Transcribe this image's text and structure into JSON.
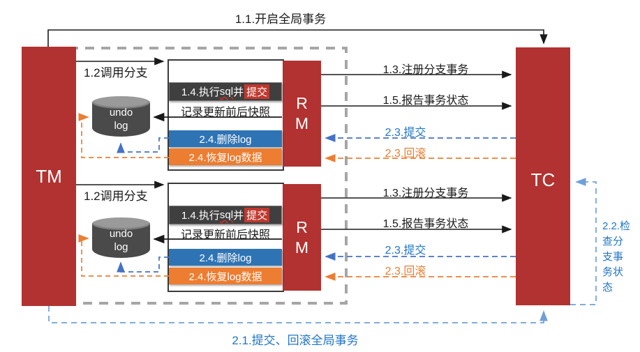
{
  "title": "分布式事务 TM-TC-RM 交互图",
  "colors": {
    "red": "#B13230",
    "dark-bar": "#3F3F3F",
    "blue-bar": "#2E74B5",
    "orange": "#ED7D31",
    "blue-line": "#4472C4",
    "light-blue": "#6FA0D8",
    "blue-text": "#2176C7",
    "gray-dash": "#A6A6A6",
    "hl-red": "#C0382E"
  },
  "nodes": {
    "tm": "TM",
    "tc": "TC",
    "rm_line1": "R",
    "rm_line2": "M",
    "undo_line1": "undo",
    "undo_line2": "log"
  },
  "branch": {
    "exec_prefix": "1.4.执行",
    "exec_sql": "sql",
    "exec_joiner": "并",
    "exec_highlight": "提交",
    "snapshot": "记录更新前后快照",
    "delete_log": "2.4.删除log",
    "restore_log": "2.4.恢复log数据"
  },
  "labels": {
    "l11": "1.1.开启全局事务",
    "l12": "1.2调用分支",
    "l13": "1.3.注册分支事务",
    "l15": "1.5.报告事务状态",
    "l23_commit": "2.3.提交",
    "l23_rollback": "2.3.回滚",
    "l21": "2.1.提交、回滚全局事务",
    "l22_lines": [
      "2.2.检",
      "查分",
      "支事",
      "务状",
      "态"
    ]
  }
}
